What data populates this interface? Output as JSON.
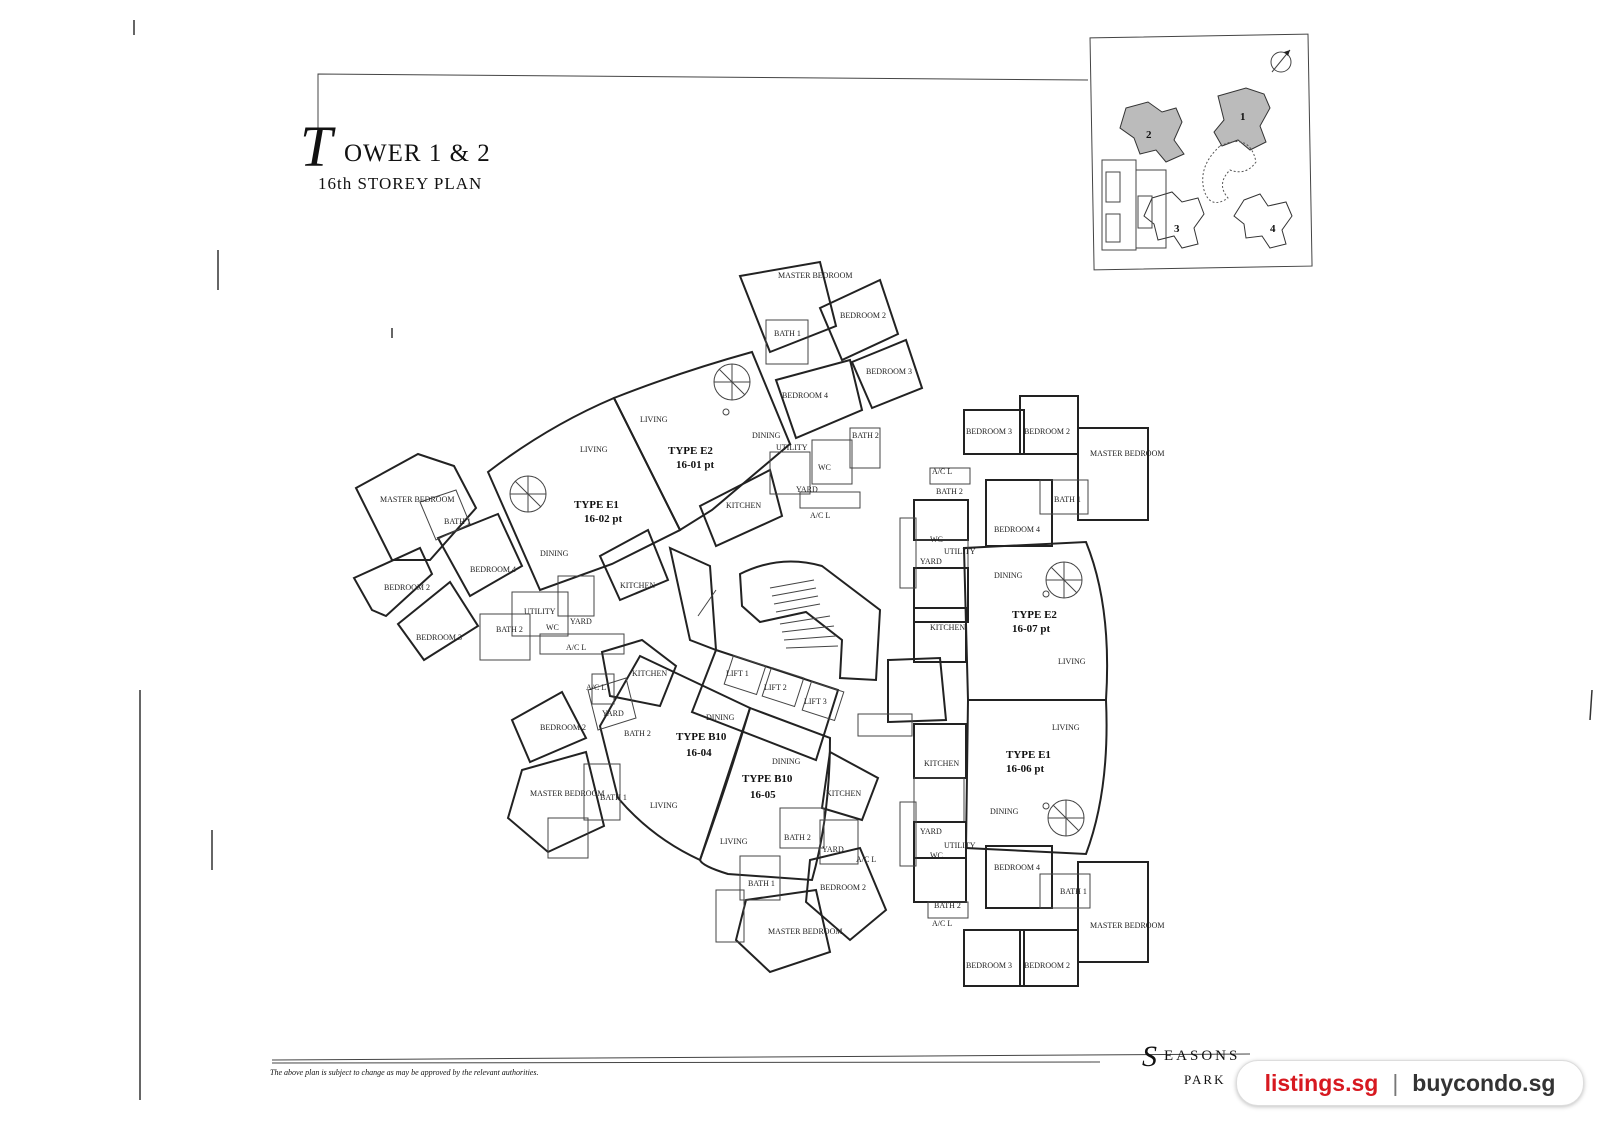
{
  "title": {
    "initial": "T",
    "main": "OWER 1 & 2",
    "sub": "16th STOREY PLAN"
  },
  "disclaimer": "The above plan is subject to change as may be approved by the relevant authorities.",
  "brand": {
    "initial": "S",
    "top": "EASONS",
    "bottom": "PARK"
  },
  "watermark": {
    "left": "listings.sg",
    "separator": "|",
    "right": "buycondo.sg"
  },
  "keyplan": {
    "tower_numbers": [
      "1",
      "2",
      "3",
      "4"
    ]
  },
  "units": [
    {
      "type": "TYPE E2",
      "unit": "16-01 pt"
    },
    {
      "type": "TYPE E1",
      "unit": "16-02 pt"
    },
    {
      "type": "TYPE B10",
      "unit": "16-04"
    },
    {
      "type": "TYPE B10",
      "unit": "16-05"
    },
    {
      "type": "TYPE E1",
      "unit": "16-06 pt"
    },
    {
      "type": "TYPE E2",
      "unit": "16-07 pt"
    }
  ],
  "room_labels": {
    "master_bedroom": "MASTER BEDROOM",
    "bedroom_2": "BEDROOM 2",
    "bedroom_3": "BEDROOM 3",
    "bedroom_4": "BEDROOM 4",
    "living": "LIVING",
    "dining": "DINING",
    "kitchen": "KITCHEN",
    "yard": "YARD",
    "utility": "UTILITY",
    "bath_1": "BATH 1",
    "bath_2": "BATH 2",
    "wc": "WC",
    "ac_ledge": "A/C L",
    "lift_1": "LIFT 1",
    "lift_2": "LIFT 2",
    "lift_3": "LIFT 3"
  },
  "colors": {
    "ink": "#222222",
    "watermark_red": "#d71920",
    "watermark_grey": "#333333"
  }
}
